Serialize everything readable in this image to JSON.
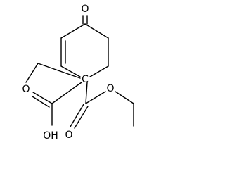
{
  "molecule": {
    "atoms": {
      "ketone_oxygen": "O",
      "quaternary_carbon": "C",
      "acid_carbonyl_oxygen": "O",
      "hydroxyl": "OH",
      "ester_carbonyl_oxygen": "O",
      "ester_oxygen": "O"
    },
    "colors": {
      "bond": "#000000",
      "label": "#000000",
      "background": "#ffffff"
    }
  }
}
